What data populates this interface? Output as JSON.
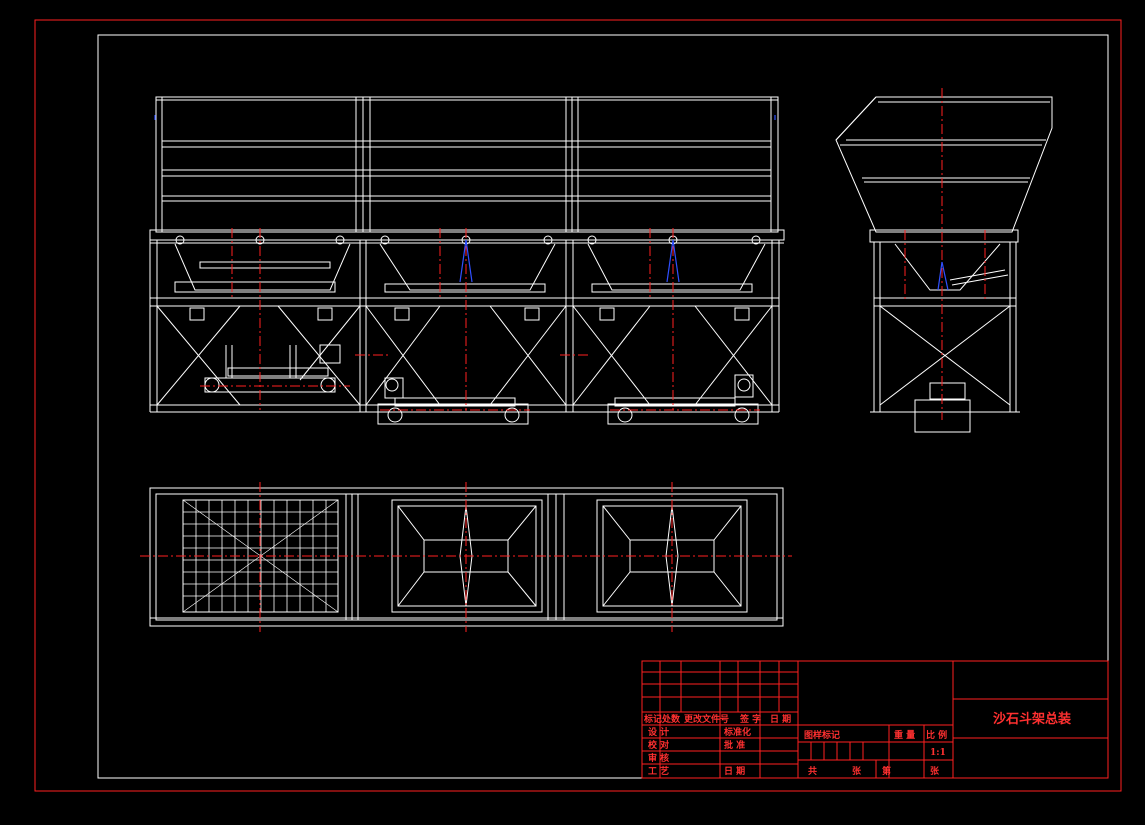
{
  "drawing": {
    "title": "沙石斗架总装",
    "scale": "1:1",
    "colors": {
      "background": "#000000",
      "outline": "#ff2020",
      "linework": "#ffffff",
      "centerline": "#ff2020",
      "accent": "#3050ff",
      "title_text": "#ff3030"
    }
  },
  "title_block": {
    "revision_header": {
      "mark": "标记",
      "count": "处数",
      "change_doc": "更改文件号",
      "sign": "签 字",
      "date": "日 期"
    },
    "rows": {
      "design": "设 计",
      "standardize": "标准化",
      "check": "校 对",
      "review": "审 核",
      "process": "工 艺",
      "approve": "批 准",
      "date": "日 期"
    },
    "stage_mark": "图样标记",
    "weight": "重 量",
    "scale_label": "比 例",
    "sheet_total": "共",
    "sheet_unit": "张",
    "sheet_no": "第",
    "sheet_unit2": "张"
  }
}
